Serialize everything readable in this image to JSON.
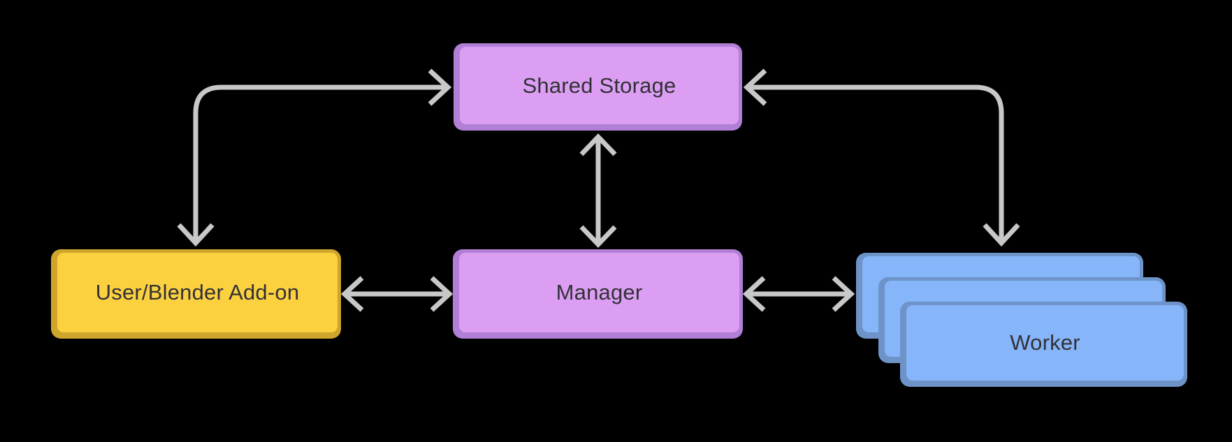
{
  "colors": {
    "background": "#000000",
    "arrow_gray": "#c8c8c8",
    "text_dark": "#333136",
    "purple_fill": "#db9ef3",
    "purple_border": "#b27fd6",
    "yellow_fill": "#fbd140",
    "yellow_border": "#cfa62b",
    "blue_fill": "#86b5f9",
    "blue_border": "#6e93c8"
  },
  "diagram": {
    "nodes": {
      "shared_storage": {
        "label": "Shared Storage",
        "color": "purple"
      },
      "user_addon": {
        "label": "User/Blender Add-on",
        "color": "yellow"
      },
      "manager": {
        "label": "Manager",
        "color": "purple"
      },
      "worker": {
        "label": "Worker",
        "color": "blue",
        "stack_count": 3
      }
    },
    "edges": [
      {
        "from": "user_addon",
        "to": "shared_storage",
        "bidirectional": true,
        "shape": "elbow"
      },
      {
        "from": "shared_storage",
        "to": "worker",
        "bidirectional": true,
        "shape": "elbow"
      },
      {
        "from": "shared_storage",
        "to": "manager",
        "bidirectional": true,
        "shape": "straight-vertical"
      },
      {
        "from": "user_addon",
        "to": "manager",
        "bidirectional": true,
        "shape": "straight-horizontal"
      },
      {
        "from": "manager",
        "to": "worker",
        "bidirectional": true,
        "shape": "straight-horizontal"
      }
    ]
  }
}
